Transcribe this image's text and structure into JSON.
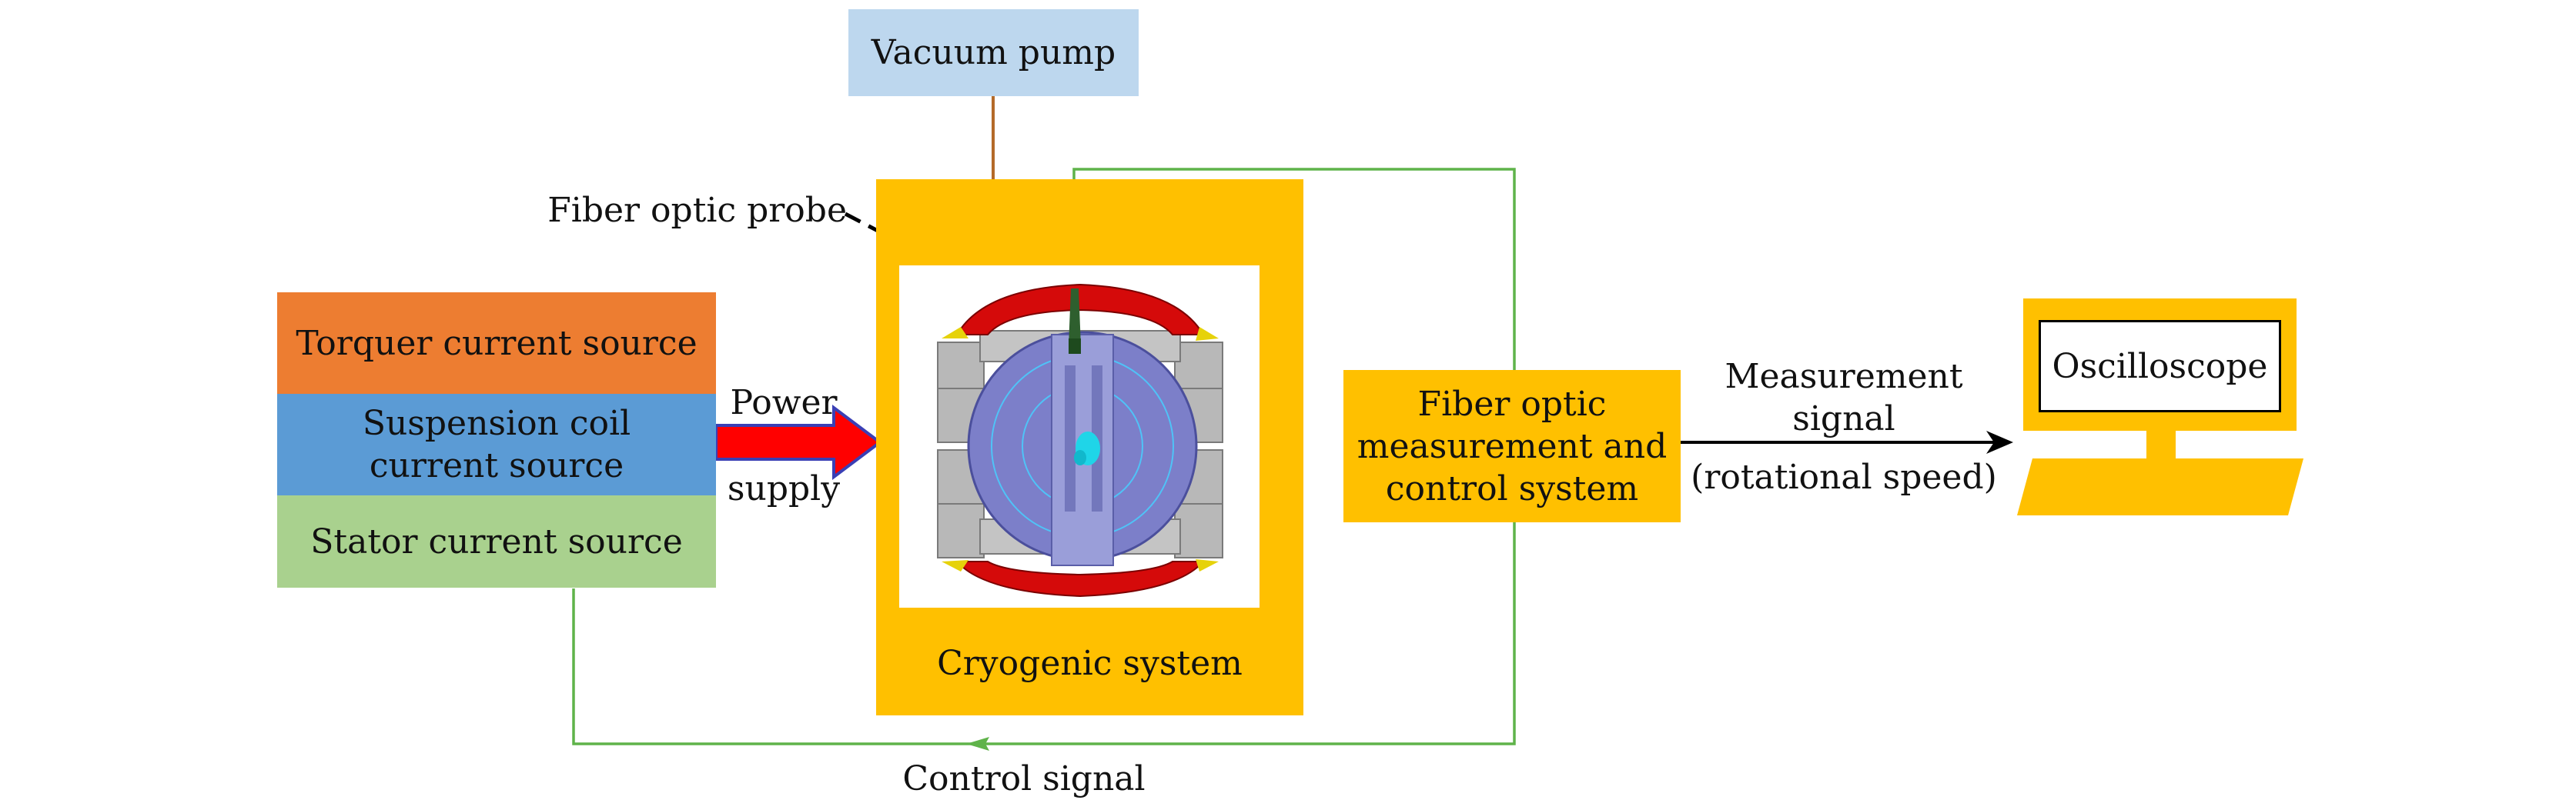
{
  "colors": {
    "orange": "#ED7D31",
    "blue": "#5B9BD5",
    "green": "#A9D18E",
    "gold": "#FFC000",
    "light_blue": "#BDD7EE",
    "wire_green": "#5FB34A",
    "wire_brown": "#B46A2A",
    "arrow_red": "#FF0000",
    "arrow_blue": "#3A3FB5"
  },
  "sources": {
    "torquer": "Torquer current source",
    "suspension_line1": "Suspension coil",
    "suspension_line2": "current source",
    "stator": "Stator current source"
  },
  "power_supply": {
    "line1": "Power",
    "line2": "supply"
  },
  "vacuum_pump": "Vacuum pump",
  "fiber_optic_probe": "Fiber optic probe",
  "cryogenic_system": "Cryogenic system",
  "fiber_system": {
    "line1": "Fiber optic",
    "line2": "measurement and",
    "line3": "control system"
  },
  "measurement_signal": {
    "line1": "Measurement",
    "line2": "signal",
    "line3": "(rotational speed)"
  },
  "oscilloscope": "Oscilloscope",
  "control_signal": "Control signal"
}
